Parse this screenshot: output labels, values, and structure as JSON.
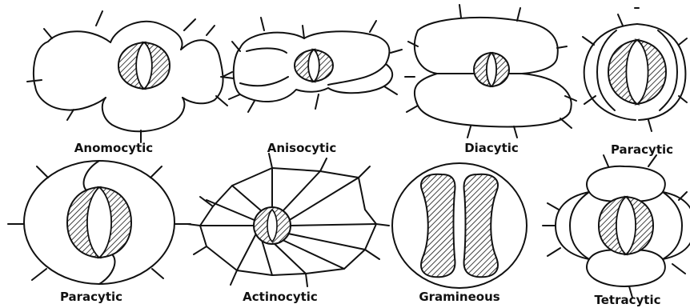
{
  "figure": {
    "panels": [
      {
        "type": "anomocytic",
        "label": "Anomocytic"
      },
      {
        "type": "anisocytic",
        "label": "Anisocytic"
      },
      {
        "type": "diacytic",
        "label": "Diacytic"
      },
      {
        "type": "paracytic",
        "label": "Paracytic"
      },
      {
        "type": "paracytic-2",
        "label": "Paracytic"
      },
      {
        "type": "actinocytic",
        "label": "Actinocytic"
      },
      {
        "type": "gramineous",
        "label": "Gramineous"
      },
      {
        "type": "tetracytic",
        "label": "Tetracytic"
      }
    ],
    "line_color": "#111111",
    "background": "#ffffff"
  }
}
